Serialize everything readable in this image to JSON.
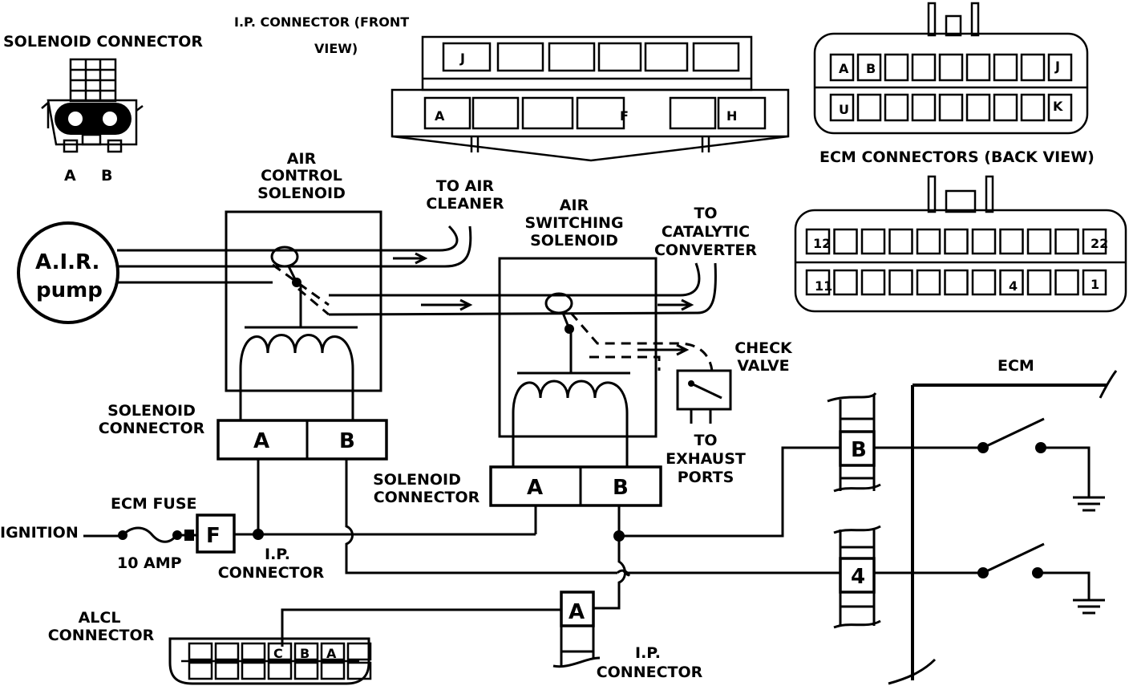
{
  "labels": {
    "solenoid_connector_top": "SOLENOID CONNECTOR",
    "solenoid_pin_a": "A",
    "solenoid_pin_b": "B",
    "ip_connector_front_line1": "I.P. CONNECTOR (FRONT",
    "ip_connector_front_line2": "VIEW)",
    "ip_pins": {
      "j": "J",
      "a": "A",
      "f": "F",
      "h": "H"
    },
    "ecm_connectors_back_view": "ECM CONNECTORS (BACK VIEW)",
    "ecm_top_pins": {
      "a": "A",
      "b": "B",
      "j": "J",
      "u": "U",
      "k": "K"
    },
    "ecm_bottom_pins": {
      "p12": "12",
      "p22": "22",
      "p11": "11",
      "p4": "4",
      "p1": "1"
    },
    "air_pump_line1": "A.I.R.",
    "air_pump_line2": "pump",
    "air_control_solenoid": [
      "AIR",
      "CONTROL",
      "SOLENOID"
    ],
    "to_air_cleaner": [
      "TO AIR",
      "CLEANER"
    ],
    "air_switching_solenoid": [
      "AIR",
      "SWITCHING",
      "SOLENOID"
    ],
    "to_catalytic_converter": [
      "TO",
      "CATALYTIC",
      "CONVERTER"
    ],
    "check_valve": [
      "CHECK",
      "VALVE"
    ],
    "to_exhaust_ports": [
      "TO",
      "EXHAUST",
      "PORTS"
    ],
    "solenoid_connector_left": [
      "SOLENOID",
      "CONNECTOR"
    ],
    "solenoid_connector_mid": [
      "SOLENOID",
      "CONNECTOR"
    ],
    "conn1_a": "A",
    "conn1_b": "B",
    "conn2_a": "A",
    "conn2_b": "B",
    "ecm": "ECM",
    "ecm_pin_b": "B",
    "ecm_pin_4": "4",
    "ignition": "IGNITION",
    "ecm_fuse": "ECM FUSE",
    "fuse_rating": "10 AMP",
    "fuse_f": "F",
    "ip_connector_mid": [
      "I.P.",
      "CONNECTOR"
    ],
    "ip_connector_a": "A",
    "ip_connector_bottom": [
      "I.P.",
      "CONNECTOR"
    ],
    "alcl_connector": [
      "ALCL",
      "CONNECTOR"
    ],
    "alcl_pins": {
      "c": "C",
      "b": "B",
      "a": "A"
    }
  }
}
